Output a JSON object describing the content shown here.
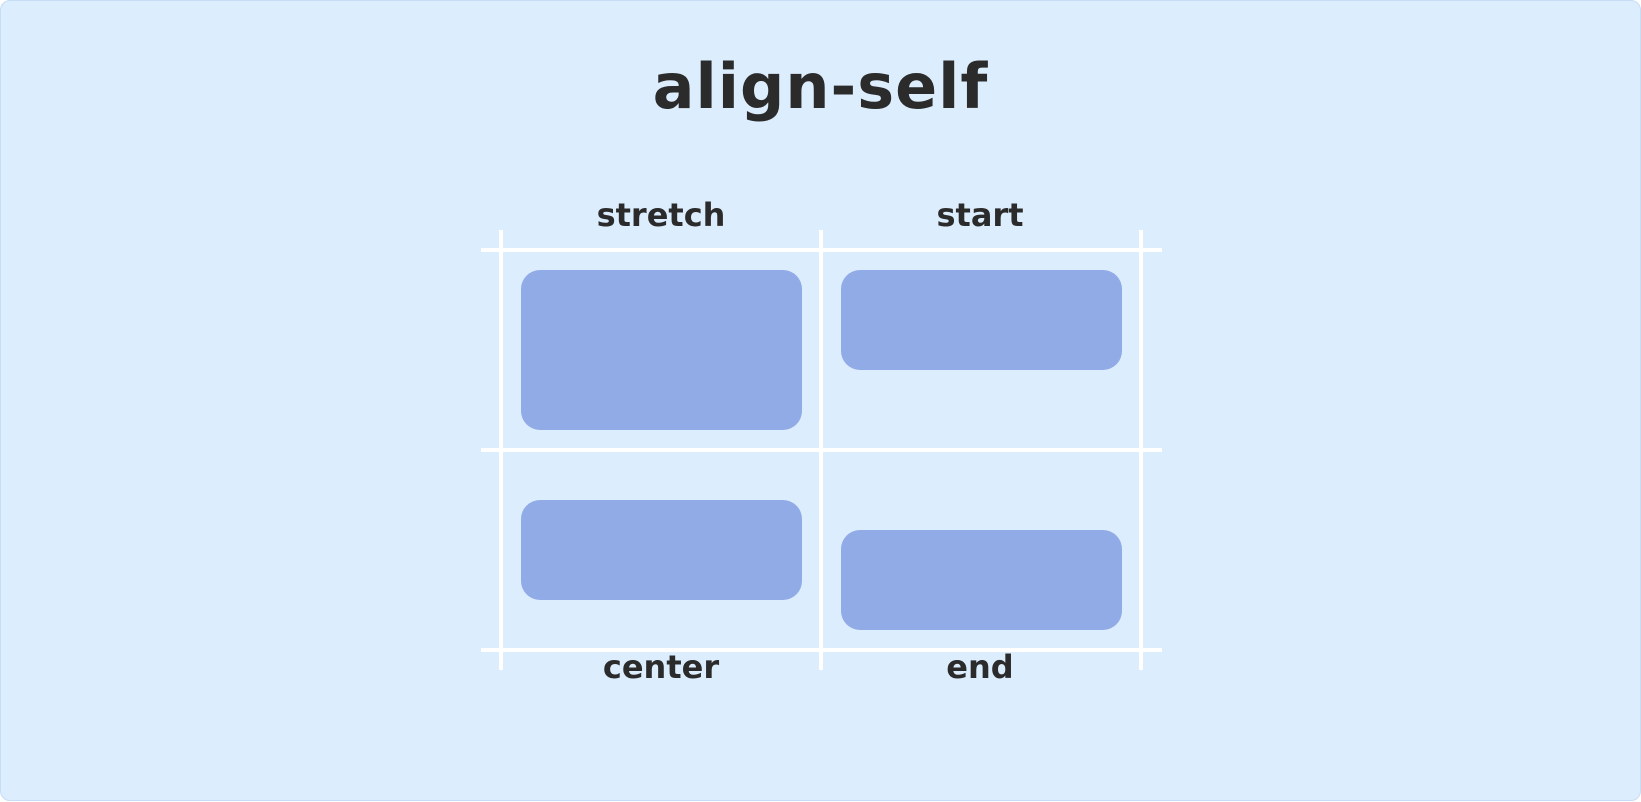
{
  "diagram": {
    "title": "align-self",
    "cells": [
      {
        "label": "stretch"
      },
      {
        "label": "start"
      },
      {
        "label": "center"
      },
      {
        "label": "end"
      }
    ],
    "colors": {
      "background": "#dcedfe",
      "grid_line": "#ffffff",
      "box": "#91abe7",
      "text": "#2b2b2b"
    }
  }
}
